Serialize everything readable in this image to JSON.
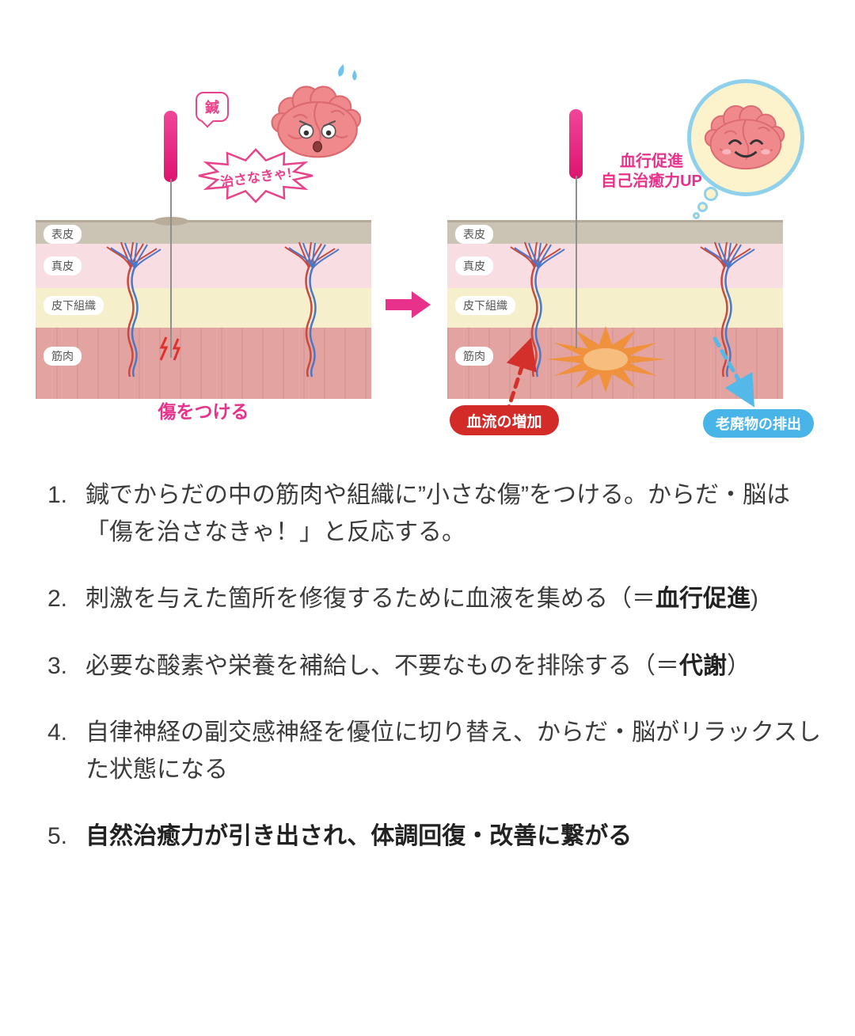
{
  "diagram": {
    "left": {
      "needle_bubble": "鍼",
      "burst_text": "治さなきゃ!",
      "layer_labels": [
        "表皮",
        "真皮",
        "皮下組織",
        "筋肉"
      ],
      "caption": "傷をつける"
    },
    "right": {
      "effect_line1": "血行促進",
      "effect_line2": "自己治癒力UP",
      "layer_labels": [
        "表皮",
        "真皮",
        "皮下組織",
        "筋肉"
      ],
      "badge_blood": "血流の増加",
      "badge_waste": "老廃物の排出"
    },
    "icons": {
      "worried_brain": "brain-with-sweat-icon",
      "happy_brain": "smiling-brain-icon",
      "needle": "acupuncture-needle-icon",
      "transform_arrow": "right-block-arrow-icon",
      "blood_arrow": "red-dashed-up-arrow-icon",
      "waste_arrow": "blue-dashed-down-arrow-icon",
      "stimulus": "orange-starburst-icon",
      "wound": "red-lightning-icon"
    },
    "colors": {
      "accent_pink": "#e8318a",
      "needle_pink": "#e0146f",
      "badge_red": "#d32b28",
      "badge_blue": "#49b4e8",
      "layer_epidermis": "#cbc3b4",
      "layer_dermis": "#f8dde2",
      "layer_subcutaneous": "#f6efcb",
      "layer_muscle": "#e2a3a1",
      "stimulus_orange": "#f0923d"
    }
  },
  "list": {
    "items": [
      {
        "num": "1.",
        "pre": "鍼でからだの中の筋肉や組織に”小さな傷”をつける。からだ・脳は「傷を治さなきゃ！」と反応する。",
        "bold": "",
        "post": ""
      },
      {
        "num": "2.",
        "pre": "刺激を与えた箇所を修復するために血液を集める（＝",
        "bold": "血行促進",
        "post": ")"
      },
      {
        "num": "3.",
        "pre": "必要な酸素や栄養を補給し、不要なものを排除する（＝",
        "bold": "代謝",
        "post": "）"
      },
      {
        "num": "4.",
        "pre": "自律神経の副交感神経を優位に切り替え、からだ・脳がリラックスした状態になる",
        "bold": "",
        "post": ""
      },
      {
        "num": "5.",
        "pre": "",
        "bold": "自然治癒力が引き出され、体調回復・改善に繋がる",
        "post": ""
      }
    ]
  }
}
